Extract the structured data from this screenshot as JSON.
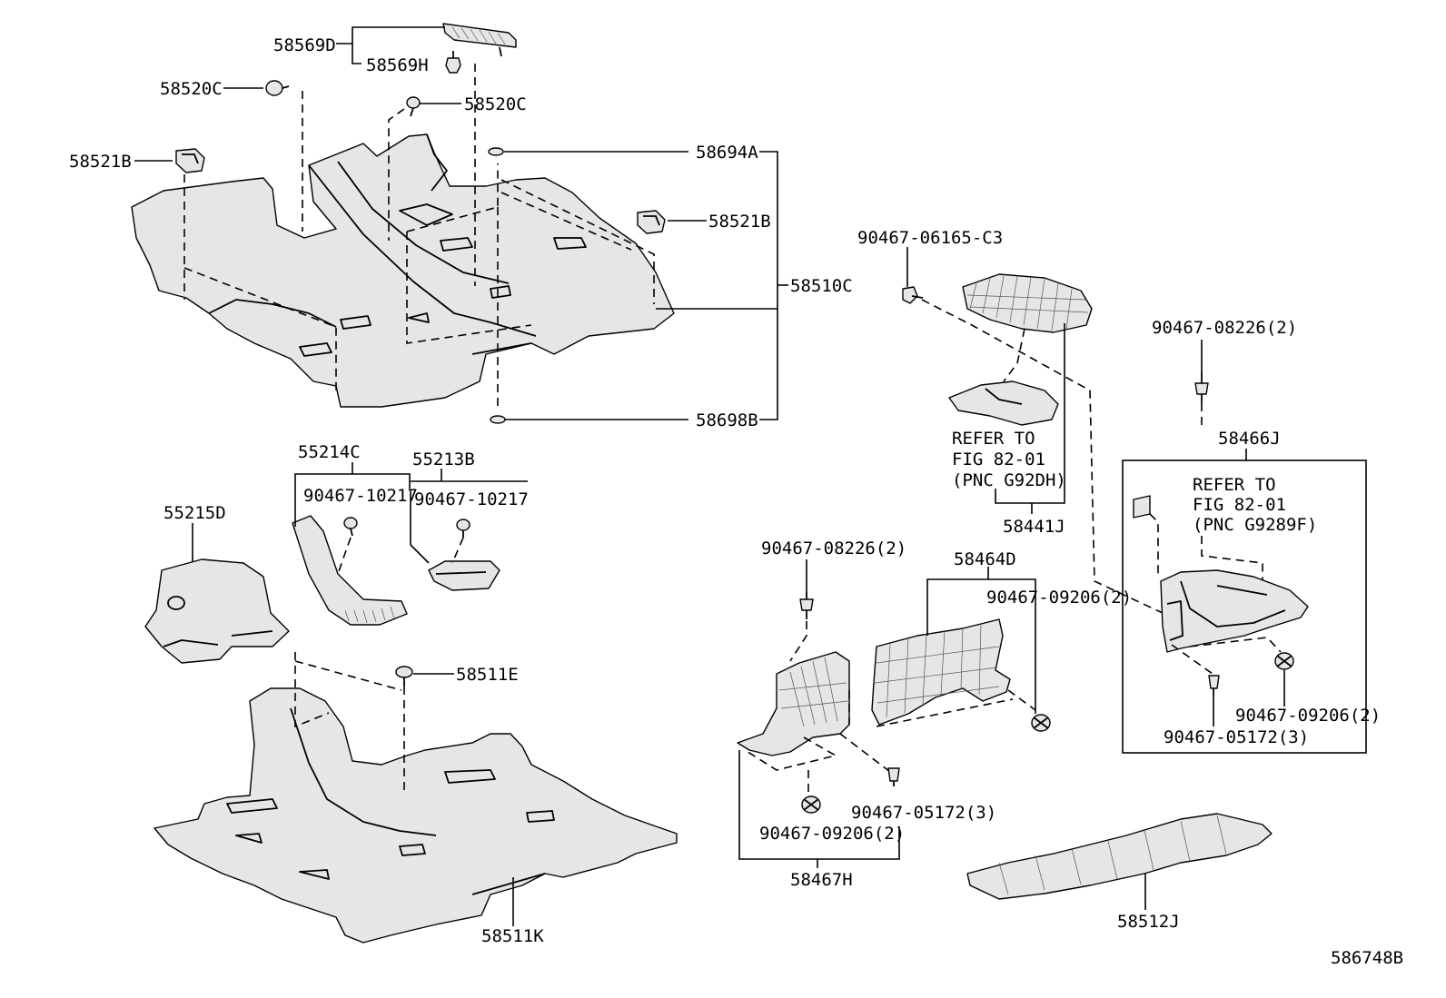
{
  "labels": {
    "p58569D": "58569D",
    "p58569H": "58569H",
    "p58520C_a": "58520C",
    "p58520C_b": "58520C",
    "p58521B_a": "58521B",
    "p58521B_b": "58521B",
    "p58694A": "58694A",
    "p58510C": "58510C",
    "p58698B": "58698B",
    "p55214C": "55214C",
    "p55213B": "55213B",
    "p55215D": "55215D",
    "p90467_10217_a": "90467-10217",
    "p90467_10217_b": "90467-10217",
    "p58511E": "58511E",
    "p58511K": "58511K",
    "p90467_06165_C3": "90467-06165-C3",
    "p58441J": "58441J",
    "p90467_08226_2_a": "90467-08226(2)",
    "p90467_08226_2_b": "90467-08226(2)",
    "p58466J": "58466J",
    "p58464D": "58464D",
    "p90467_09206_2_a": "90467-09206(2)",
    "p90467_09206_2_b": "90467-09206(2)",
    "p90467_09206_2_c": "90467-09206(2)",
    "p90467_05172_3_a": "90467-05172(3)",
    "p90467_05172_3_b": "90467-05172(3)",
    "p58467H": "58467H",
    "p58512J": "58512J"
  },
  "refer_a": {
    "line1": "REFER TO",
    "line2": "FIG 82-01",
    "line3": "(PNC G92DH)"
  },
  "refer_b": {
    "line1": "REFER TO",
    "line2": "FIG 82-01",
    "line3": "(PNC G9289F)"
  },
  "figure_id": "586748B"
}
